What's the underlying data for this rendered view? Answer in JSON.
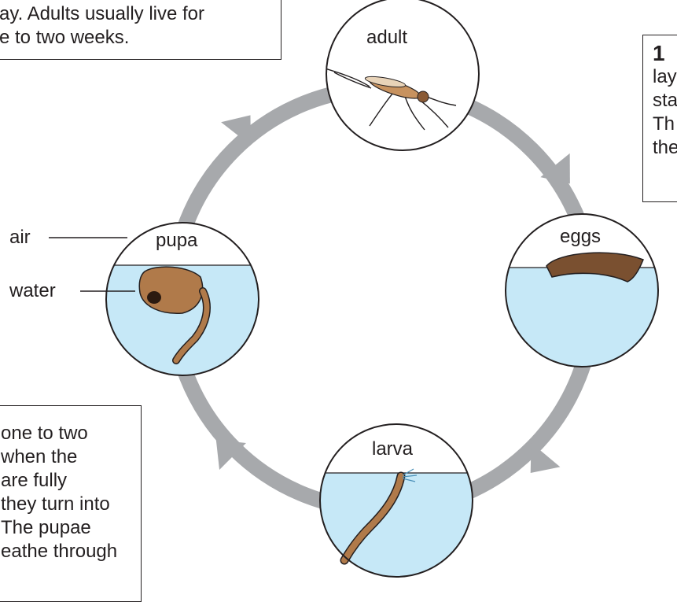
{
  "stages": {
    "adult": "adult",
    "eggs": "eggs",
    "larva": "larva",
    "pupa": "pupa"
  },
  "pointers": {
    "air": "air",
    "water": "water"
  },
  "box_top_left": {
    "lines": [
      "ay. Adults usually live for",
      "e to two weeks."
    ]
  },
  "box_top_right": {
    "number": "1",
    "lines": [
      "lay",
      "sta",
      "Th",
      "the"
    ]
  },
  "box_bottom_left": {
    "lines": [
      "one to two",
      "when the",
      "are fully",
      "they turn into",
      "The pupae",
      "eathe through"
    ]
  },
  "colors": {
    "water": "#c6e8f7",
    "arrow": "#a7a9ac",
    "insect": "#b07a4a",
    "insect_dark": "#5a3a22",
    "outline": "#231f20"
  }
}
